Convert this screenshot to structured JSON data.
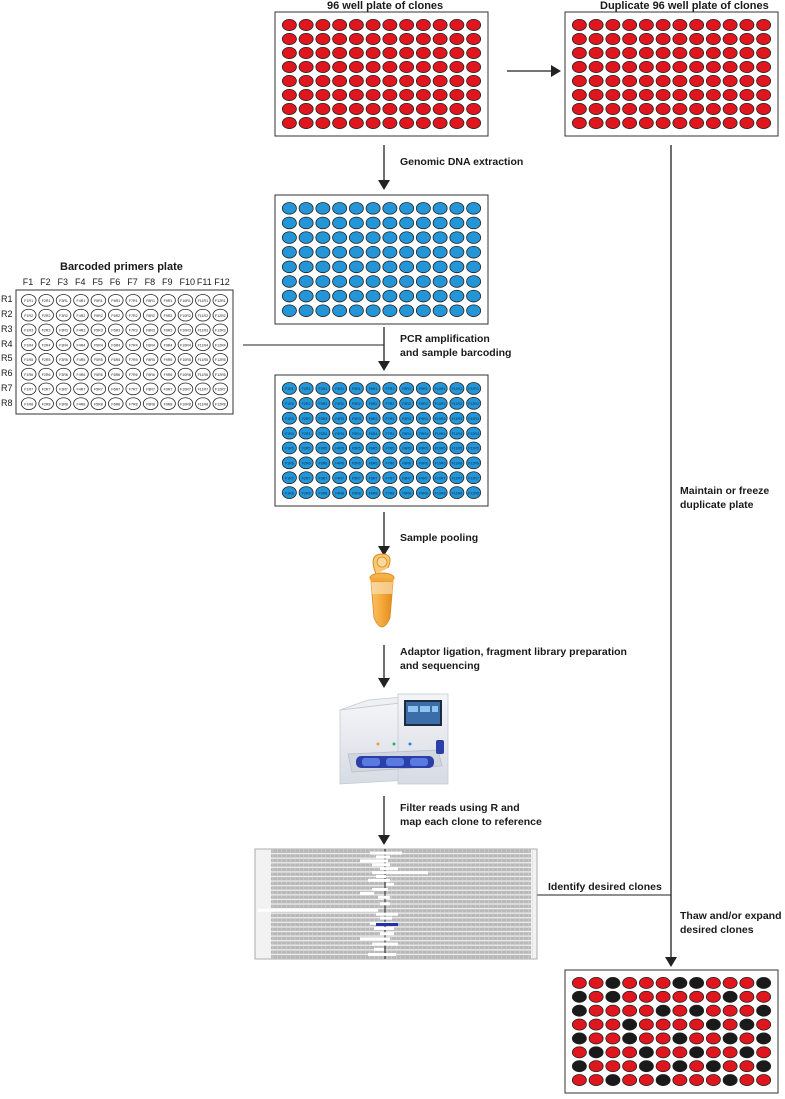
{
  "plate_top_title": "96 well plate of clones",
  "plate_dup_title": "Duplicate 96 well plate of clones",
  "primers_title": "Barcoded primers plate",
  "primer_cols": [
    "F1",
    "F2",
    "F3",
    "F4",
    "F5",
    "F6",
    "F7",
    "F8",
    "F9",
    "F10",
    "F11",
    "F12"
  ],
  "primer_rows": [
    "R1",
    "R2",
    "R3",
    "R4",
    "R5",
    "R6",
    "R7",
    "R8"
  ],
  "steps": {
    "dna": "Genomic DNA extraction",
    "pcr_1": "PCR amplification",
    "pcr_2": "and sample barcoding",
    "pool": "Sample pooling",
    "adaptor_1": "Adaptor ligation, fragment library preparation",
    "adaptor_2": "and sequencing",
    "filter_1": "Filter reads using R and",
    "filter_2": "map each clone to reference",
    "identify": "Identify desired clones",
    "maintain_1": "Maintain or freeze",
    "maintain_2": "duplicate plate",
    "thaw_1": "Thaw and/or expand",
    "thaw_2": "desired clones"
  },
  "colors": {
    "red_well": "#e0161f",
    "blue_well": "#2496d8",
    "black_well": "#1a1a1a",
    "white_well": "#ffffff",
    "tube": "#f0a030",
    "line": "#222222"
  }
}
